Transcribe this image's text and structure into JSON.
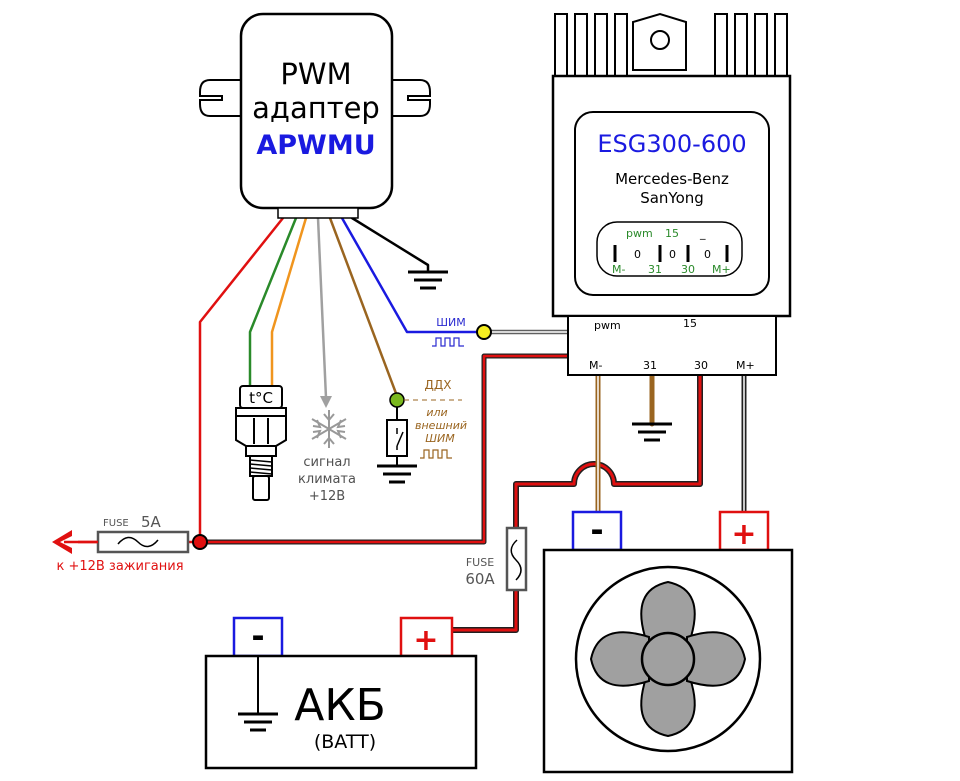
{
  "adapter": {
    "line1": "PWM",
    "line2": "адаптер",
    "model": "APWMU"
  },
  "controller": {
    "model": "ESG300-600",
    "brand_line1": "Mercedes-Benz",
    "brand_line2": "SanYong",
    "pin_top": {
      "pwm": "pwm",
      "p15": "15",
      "blank": "_"
    },
    "pin_zero": "0",
    "pin_bottom": {
      "mminus": "M-",
      "p31": "31",
      "p30": "30",
      "mplus": "M+"
    },
    "terminals_top": {
      "pwm": "pwm",
      "p15": "15"
    },
    "terminals_bottom": {
      "mminus": "M-",
      "p31": "31",
      "p30": "30",
      "mplus": "M+"
    }
  },
  "signals": {
    "shim": "ШИМ",
    "ddx": "ДДХ",
    "or_line1": "или",
    "or_line2": "внешний",
    "or_line3": "ШИМ"
  },
  "sensor": {
    "temp_label": "t°C"
  },
  "climate": {
    "line1": "сигнал",
    "line2": "климата",
    "line3": "+12В"
  },
  "fuse_small": {
    "label": "FUSE",
    "rating": "5A"
  },
  "fuse_big": {
    "label": "FUSE",
    "rating": "60A"
  },
  "ignition": {
    "label": "к +12В зажигания"
  },
  "battery": {
    "name": "АКБ",
    "sub": "(BATT)",
    "minus": "-",
    "plus": "+"
  },
  "fan": {
    "minus": "-",
    "plus": "+"
  },
  "colors": {
    "red": "#e01010",
    "green": "#2a8a2a",
    "orange": "#f0951e",
    "gray": "#a0a0a0",
    "brown": "#9a6520",
    "blue": "#1a1ae0",
    "black": "#000000",
    "junction_yellow": "#f5ee20",
    "junction_green": "#7ab81e",
    "label_orange": "#9a6520",
    "label_blue": "#2a2ad0"
  }
}
